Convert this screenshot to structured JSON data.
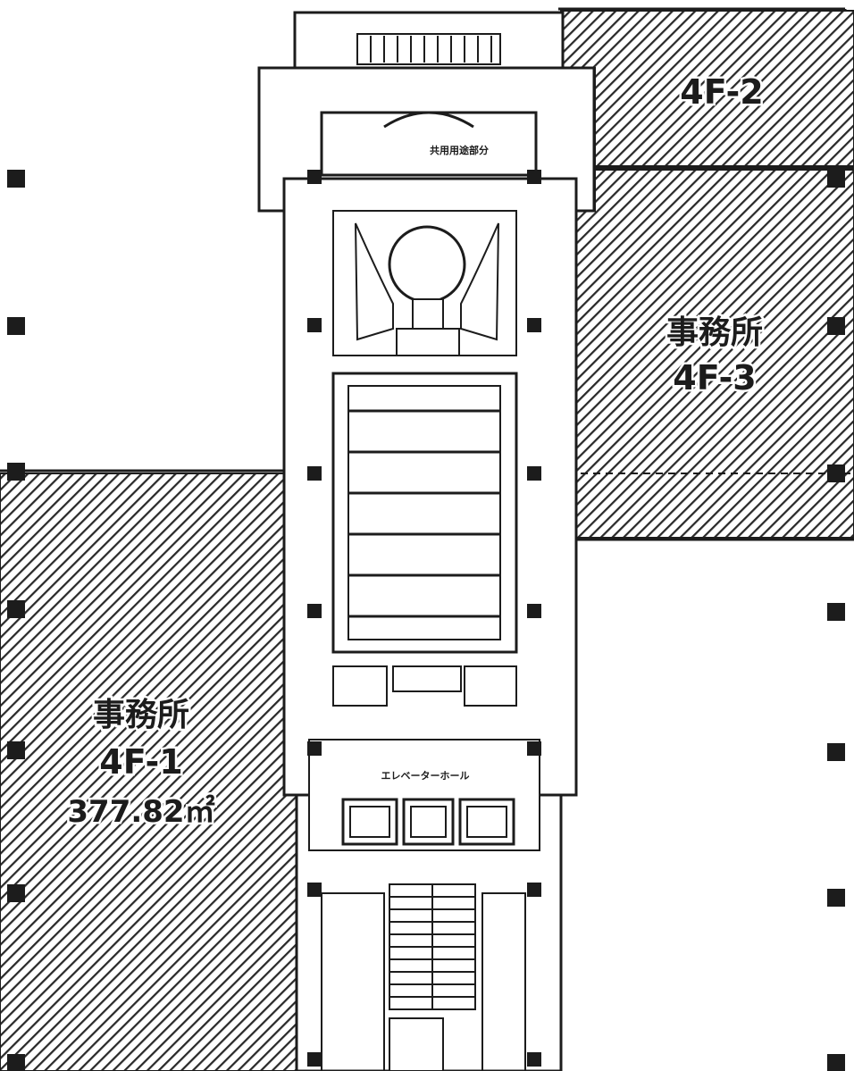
{
  "floor_plan": {
    "units": {
      "unit_4f1": {
        "name": "事務所",
        "code": "4F-1",
        "area": "377.82㎡"
      },
      "unit_4f2": {
        "code": "4F-2"
      },
      "unit_4f3": {
        "name": "事務所",
        "code": "4F-3"
      }
    },
    "core_labels": {
      "elevator_hall": "エレベーターホール",
      "upper_room": "共用用途部分"
    },
    "colors": {
      "ink": "#1c1c1c",
      "paper": "#ffffff",
      "hatch": "#2a2a2a"
    },
    "icons": [
      "column-icon",
      "stair-icon",
      "elevator-icon"
    ]
  }
}
